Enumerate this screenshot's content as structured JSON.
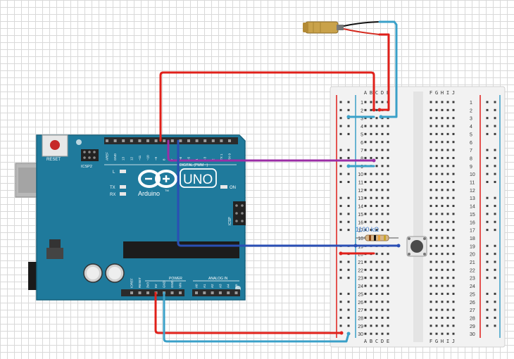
{
  "board": {
    "reset_label": "RESET",
    "icsp2_label": "ICSP2",
    "icsp_label": "ICSP",
    "brand": "Arduino",
    "model": "UNO",
    "tm": "TM",
    "on_label": "ON",
    "l_label": "L",
    "tx_label": "TX",
    "rx_label": "RX",
    "digital_label": "DIGITAL (PWM ~)",
    "power_label": "POWER",
    "analog_label": "ANALOG IN",
    "top_header_pins": [
      "AREF",
      "GND",
      "13",
      "12",
      "~11",
      "~10",
      "~9",
      "8",
      "7",
      "~6",
      "~5",
      "4",
      "~3",
      "2",
      "TX 1",
      "RX 0"
    ],
    "power_pins": [
      "IOREF",
      "RESET",
      "3V3",
      "5V",
      "GND",
      "GND",
      "VIN"
    ],
    "analog_pins": [
      "A0",
      "A1",
      "A2",
      "A3",
      "A4",
      "A5"
    ]
  },
  "breadboard": {
    "columns_left": [
      "A",
      "B",
      "C",
      "D",
      "E"
    ],
    "columns_right": [
      "F",
      "G",
      "H",
      "I",
      "J"
    ],
    "rows": 30
  },
  "components": {
    "resistor_label": "1100 kΩ"
  },
  "colors": {
    "board": "#1f7a9c",
    "wire_red": "#e0201a",
    "wire_blue": "#2a4fb5",
    "wire_light_blue": "#3aa0c8",
    "wire_purple": "#9b2ea6",
    "breadboard": "#f2f2f2"
  }
}
